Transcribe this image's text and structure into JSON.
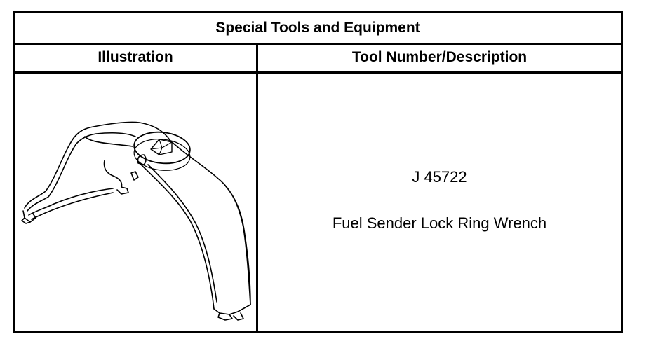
{
  "table": {
    "title": "Special Tools and Equipment",
    "header_illustration": "Illustration",
    "header_description": "Tool Number/Description",
    "rows": [
      {
        "illustration_icon": "lock-ring-wrench-illustration",
        "tool_number": "J 45722",
        "description": "Fuel Sender Lock Ring Wrench"
      }
    ]
  }
}
